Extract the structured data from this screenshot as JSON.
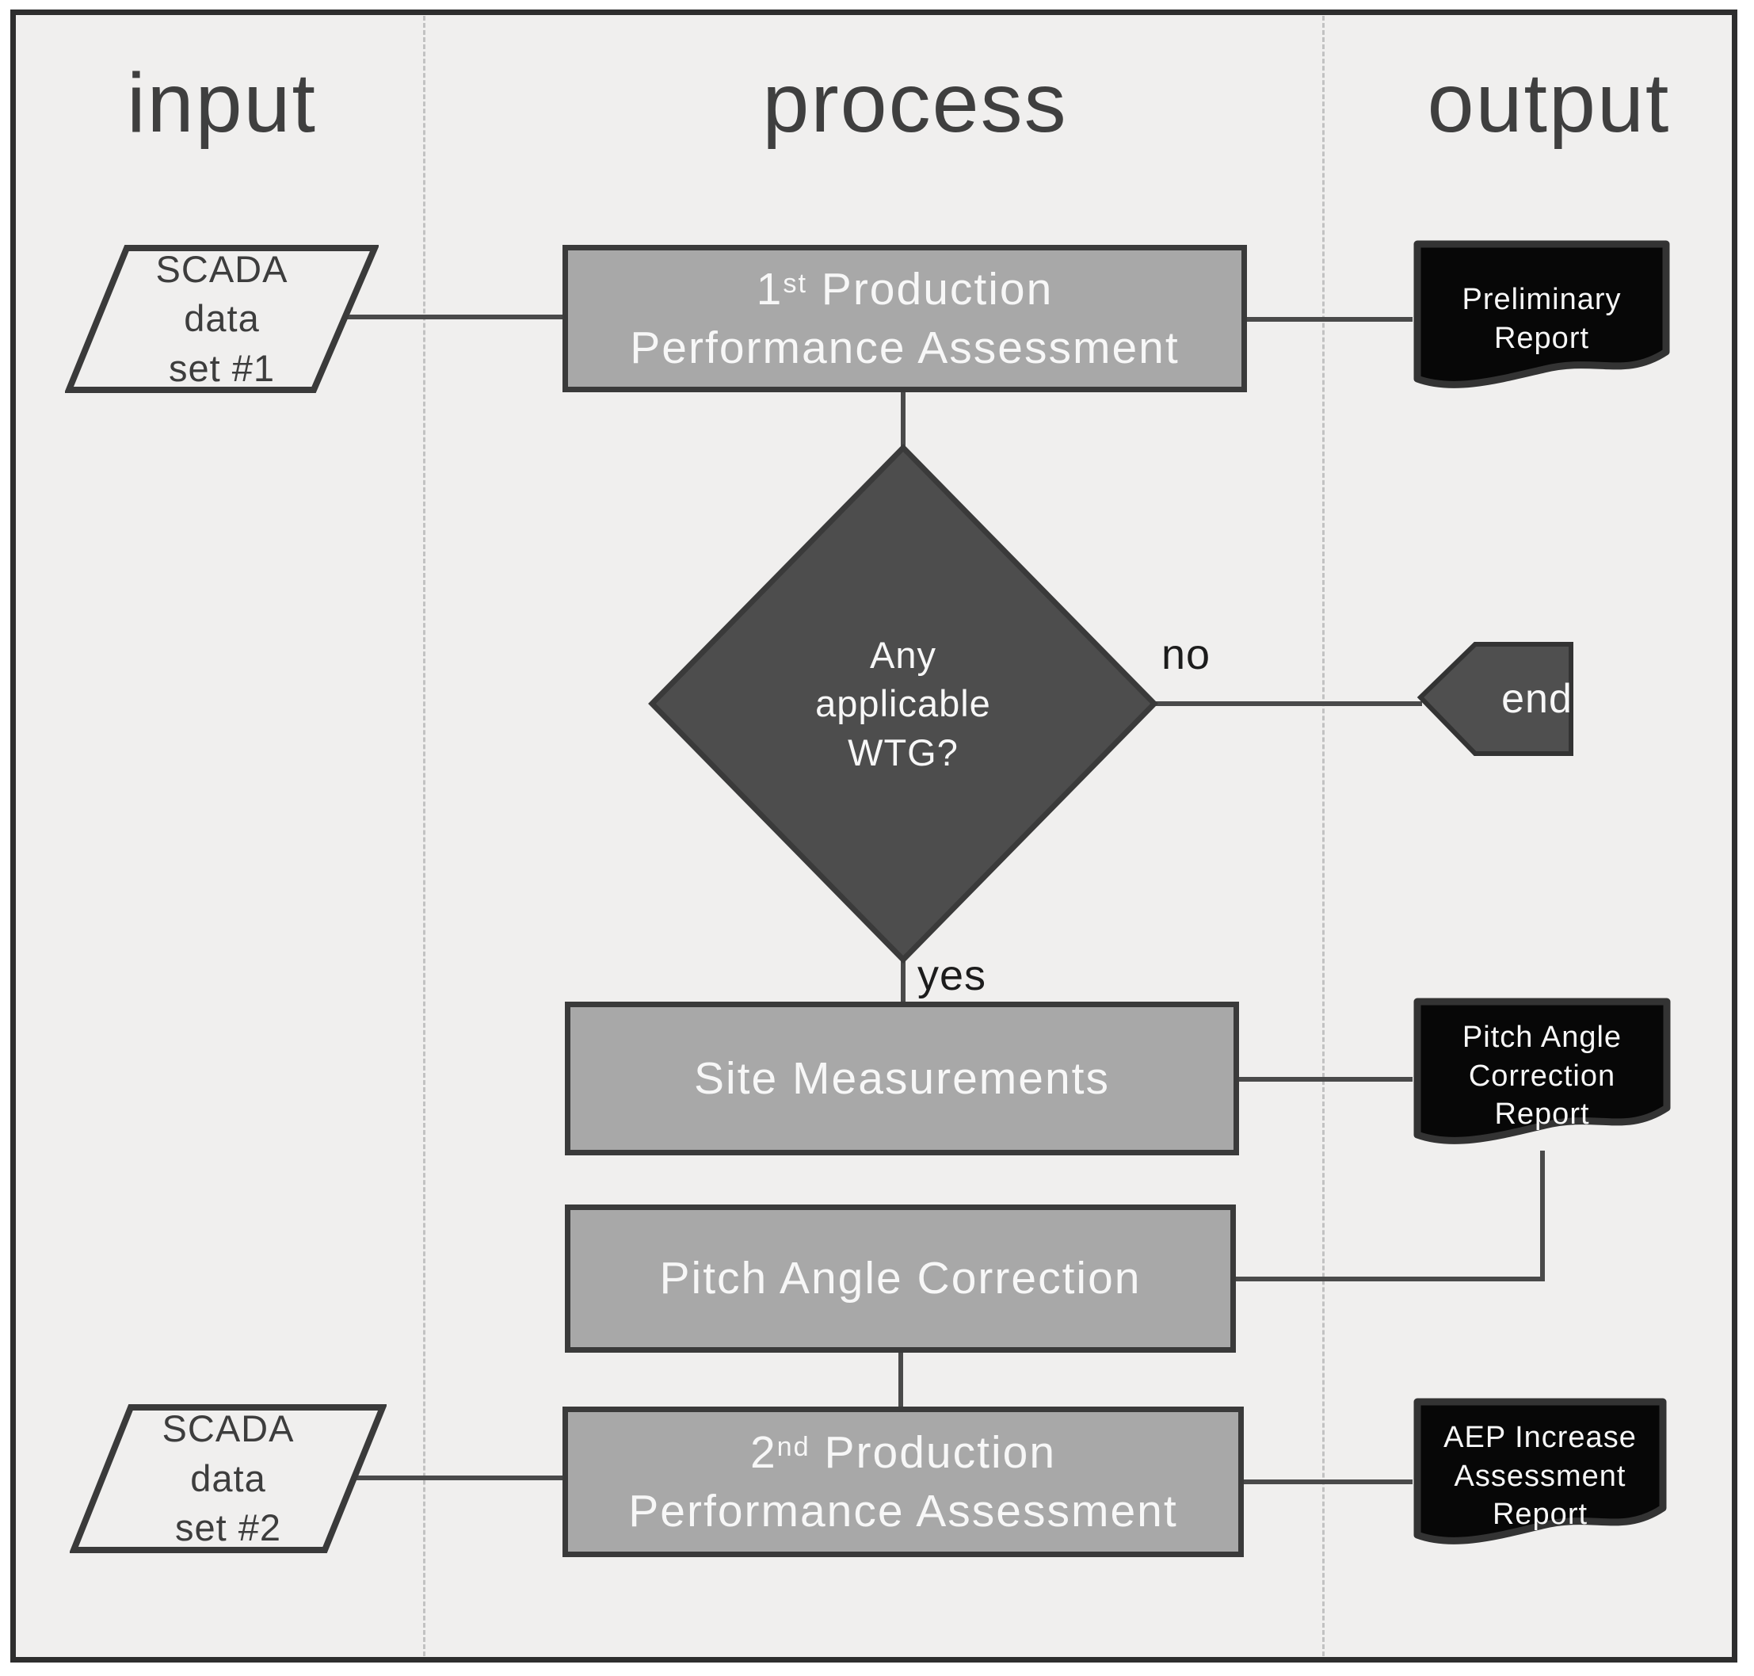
{
  "colors": {
    "bg": "#f0efee",
    "frame_border": "#2e2e2e",
    "separator": "#c2c2c2",
    "heading": "#3f3f3f",
    "process_fill": "#a8a8a8",
    "shape_border": "#3a3a3a",
    "decision_fill": "#4d4d4d",
    "terminator_fill": "#4f4f4f",
    "document_fill": "#070707",
    "connector": "#4a4a4a",
    "light_text": "#f7f7f7",
    "dark_text": "#3d3d3d",
    "edge_label": "#1c1c1c",
    "parallelogram_fill": "#f0efee"
  },
  "columns": {
    "input": "input",
    "process": "process",
    "output": "output"
  },
  "nodes": {
    "scada1": {
      "line1": "SCADA",
      "line2": "data",
      "line3": "set #1"
    },
    "box1": {
      "num": "1",
      "sup": "st",
      "rest": " Production",
      "line2": "Performance Assessment"
    },
    "doc1": {
      "line1": "Preliminary",
      "line2": "Report"
    },
    "decision": {
      "line1": "Any",
      "line2": "applicable",
      "line3": "WTG?"
    },
    "end": {
      "label": "end"
    },
    "box2": {
      "label": "Site Measurements"
    },
    "doc2": {
      "line1": "Pitch Angle",
      "line2": "Correction",
      "line3": "Report"
    },
    "box3": {
      "label": "Pitch Angle Correction"
    },
    "scada2": {
      "line1": "SCADA",
      "line2": "data",
      "line3": "set #2"
    },
    "box4": {
      "num": "2",
      "sup": "nd",
      "rest": " Production",
      "line2": "Performance Assessment"
    },
    "doc3": {
      "line1": "AEP Increase",
      "line2": "Assessment",
      "line3": "Report"
    }
  },
  "edge_labels": {
    "no": "no",
    "yes": "yes"
  }
}
